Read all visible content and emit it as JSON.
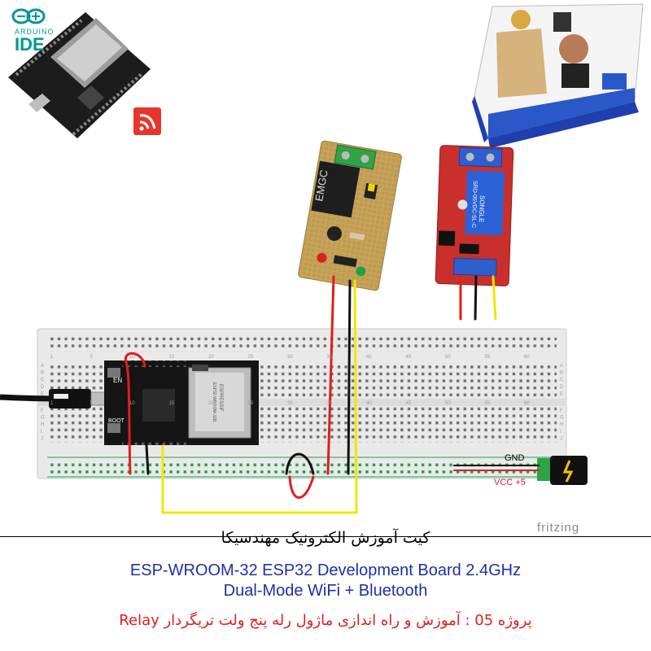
{
  "logo": {
    "ide_small": "ARDUINO",
    "ide_big": "IDE"
  },
  "breadboard": {
    "column_numbers": [
      "1",
      "5",
      "10",
      "15",
      "20",
      "25",
      "30",
      "35",
      "40",
      "45",
      "50",
      "55",
      "60"
    ],
    "row_letters": [
      "A",
      "B",
      "C",
      "D",
      "E",
      "F",
      "G",
      "H",
      "I",
      "J"
    ]
  },
  "board": {
    "button_en": "EN",
    "button_boot": "BOOT",
    "chip_brand": "ESPRESSIF",
    "chip_model": "ESP32-WROOM-32D"
  },
  "relay_modules": {
    "left_relay_brand": "EMGC",
    "right_relay_brand": "SONGLE",
    "right_relay_spec": "SRD-05VDC-SL-C"
  },
  "power_labels": {
    "gnd": "GND",
    "vcc": "VCC +5"
  },
  "watermark": "fritzing",
  "caption": {
    "title_fa": "کیت آموزش الکترونیک مهندسیکا",
    "line1": "ESP-WROOM-32 ESP32  Development Board 2.4GHz",
    "line2": "Dual-Mode WiFi + Bluetooth",
    "project": "پروژه 05 : آموزش و راه اندازی ماژول رله پنج ولت تریگردار  Relay"
  },
  "colors": {
    "caption_blue": "#1f2fa8",
    "caption_red": "#e01e1e",
    "wire_red": "#e01e1e",
    "wire_yellow": "#f2e600",
    "wire_black": "#111111",
    "breadboard": "#e9e9e9",
    "rail_green": "#1fa04a",
    "espressif_red": "#e7352c",
    "arduino_teal": "#00979c"
  }
}
